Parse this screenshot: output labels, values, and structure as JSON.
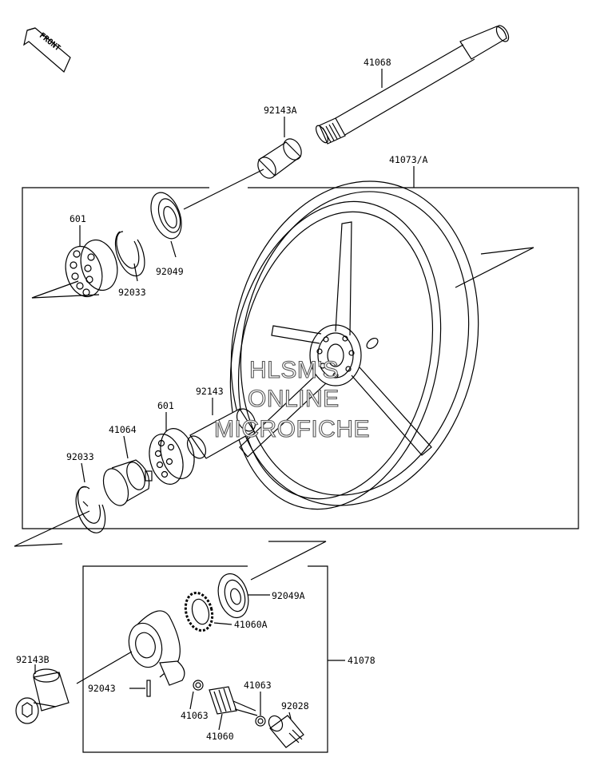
{
  "front_label": "FRONT",
  "parts": {
    "p41068": "41068",
    "p92143A": "92143A",
    "p41073A": "41073/A",
    "p601_top": "601",
    "p92049": "92049",
    "p92033_top": "92033",
    "p92143": "92143",
    "p601_mid": "601",
    "p41064": "41064",
    "p92033_low": "92033",
    "p92049A": "92049A",
    "p41060A": "41060A",
    "p41078": "41078",
    "p92143B": "92143B",
    "p92043": "92043",
    "p41063_right": "41063",
    "p41063_left": "41063",
    "p92028": "92028",
    "p41060": "41060"
  },
  "watermark": {
    "line1": "HLSM'S",
    "line2": "ONLINE",
    "line3": "MICROFICHE"
  },
  "colors": {
    "line": "#000000",
    "background": "#ffffff",
    "watermark_stroke": "#555555"
  }
}
